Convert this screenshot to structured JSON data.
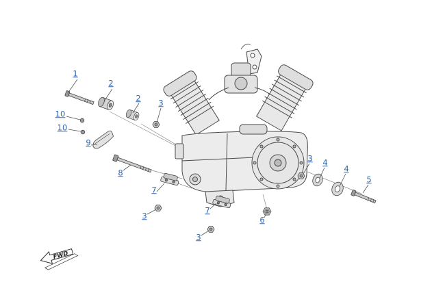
{
  "diagram": {
    "fwd": {
      "label": "FWD"
    },
    "callouts": [
      {
        "label": "1"
      },
      {
        "label": "2"
      },
      {
        "label": "2"
      },
      {
        "label": "3"
      },
      {
        "label": "10"
      },
      {
        "label": "10"
      },
      {
        "label": "9"
      },
      {
        "label": "8"
      },
      {
        "label": "7"
      },
      {
        "label": "3"
      },
      {
        "label": "7"
      },
      {
        "label": "3"
      },
      {
        "label": "6"
      },
      {
        "label": "3"
      },
      {
        "label": "4"
      },
      {
        "label": "4"
      },
      {
        "label": "5"
      }
    ]
  },
  "colors": {
    "callout_blue": "#2f66ad",
    "line_art": "#444444",
    "background": "#ffffff"
  }
}
